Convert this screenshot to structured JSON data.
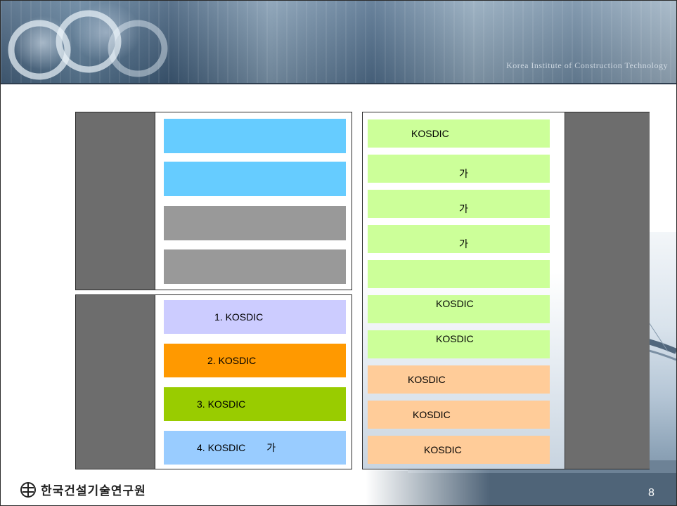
{
  "header": {
    "caption": "Korea Institute of Construction Technology"
  },
  "left_top": {
    "boxes": [
      {
        "label": "",
        "color": "#66ccff"
      },
      {
        "label": "",
        "color": "#66ccff"
      },
      {
        "label": "",
        "color": "#999999"
      },
      {
        "label": "",
        "color": "#999999"
      }
    ]
  },
  "left_bottom": {
    "boxes": [
      {
        "label": "1. KOSDIC",
        "color": "#ccccff"
      },
      {
        "label": "2. KOSDIC",
        "color": "#ff9900"
      },
      {
        "label": "3. KOSDIC",
        "color": "#99cc00"
      },
      {
        "label": "4. KOSDIC",
        "suffix": "가",
        "color": "#99ccff"
      }
    ]
  },
  "right": {
    "boxes": [
      {
        "label": "KOSDIC",
        "color": "#ccff99"
      },
      {
        "label": "가",
        "color": "#ccff99"
      },
      {
        "label": "가",
        "color": "#ccff99"
      },
      {
        "label": "가",
        "color": "#ccff99"
      },
      {
        "label": "",
        "color": "#ccff99"
      },
      {
        "label": "KOSDIC",
        "color": "#ccff99"
      },
      {
        "label": "KOSDIC",
        "color": "#ccff99"
      },
      {
        "label": "KOSDIC",
        "color": "#ffcc99"
      },
      {
        "label": "KOSDIC",
        "color": "#ffcc99"
      },
      {
        "label": "KOSDIC",
        "color": "#ffcc99"
      }
    ]
  },
  "footer": {
    "org_name": "한국건설기술연구원",
    "page_number": "8"
  }
}
